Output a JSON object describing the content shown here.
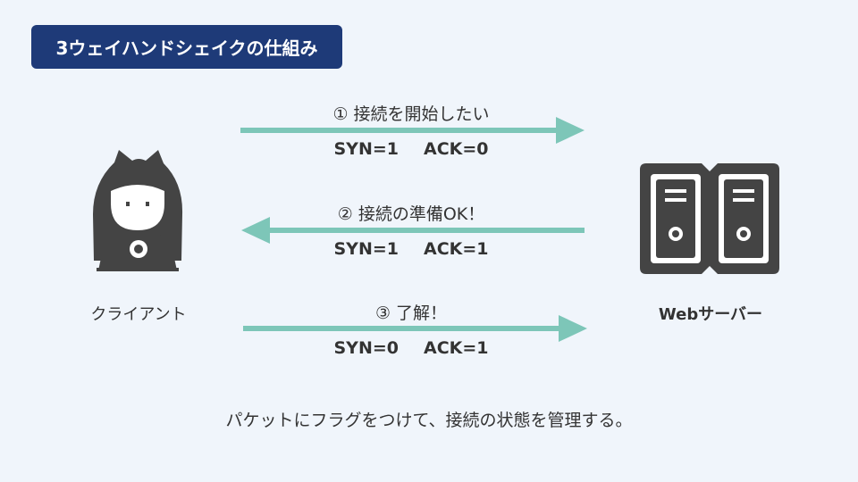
{
  "title": "3ウェイハンドシェイクの仕組み",
  "client": {
    "label": "クライアント",
    "icon": "user-icon"
  },
  "server": {
    "label": "Webサーバー",
    "icon": "server-icon"
  },
  "steps": [
    {
      "label": "① 接続を開始したい",
      "syn": "SYN=1",
      "ack": "ACK=0",
      "direction": "to-server"
    },
    {
      "label": "② 接続の準備OK！",
      "syn": "SYN=1",
      "ack": "ACK=1",
      "direction": "to-client"
    },
    {
      "label": "③ 了解！",
      "syn": "SYN=0",
      "ack": "ACK=1",
      "direction": "to-server"
    }
  ],
  "caption": "パケットにフラグをつけて、接続の状態を管理する。",
  "colors": {
    "arrow": "#7dc6b8",
    "title_bg": "#1e3a78",
    "icon": "#444444"
  }
}
